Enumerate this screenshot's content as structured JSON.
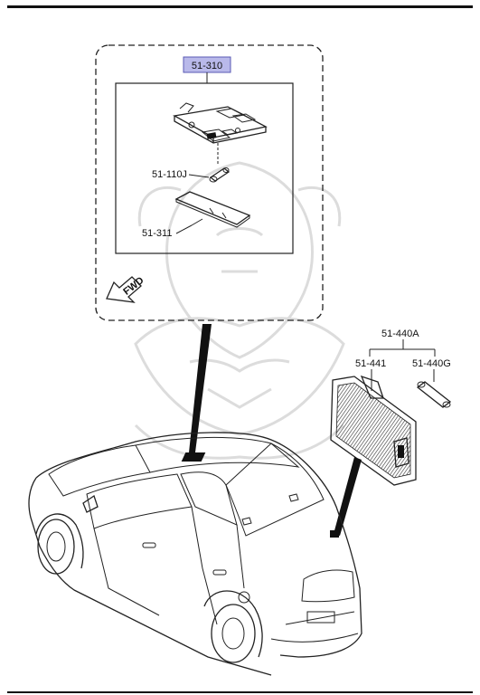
{
  "diagram": {
    "labels": {
      "map_lamp_assembly": "51-310",
      "map_lamp_bulb": "51-110J",
      "map_lamp_lens": "51-311",
      "fwd_arrow": "FWD",
      "rear_lamp_set": "51-440A",
      "rear_lamp_body": "51-441",
      "rear_lamp_bulb": "51-440G"
    },
    "colors": {
      "callout_fill": "#b9b9ea",
      "callout_stroke": "#5a5ab4",
      "line": "#222222",
      "solid": "#111111",
      "watermark": "#d9d9d9"
    },
    "icons": [
      "fwd-arrow-icon",
      "watermark-emblem"
    ]
  }
}
